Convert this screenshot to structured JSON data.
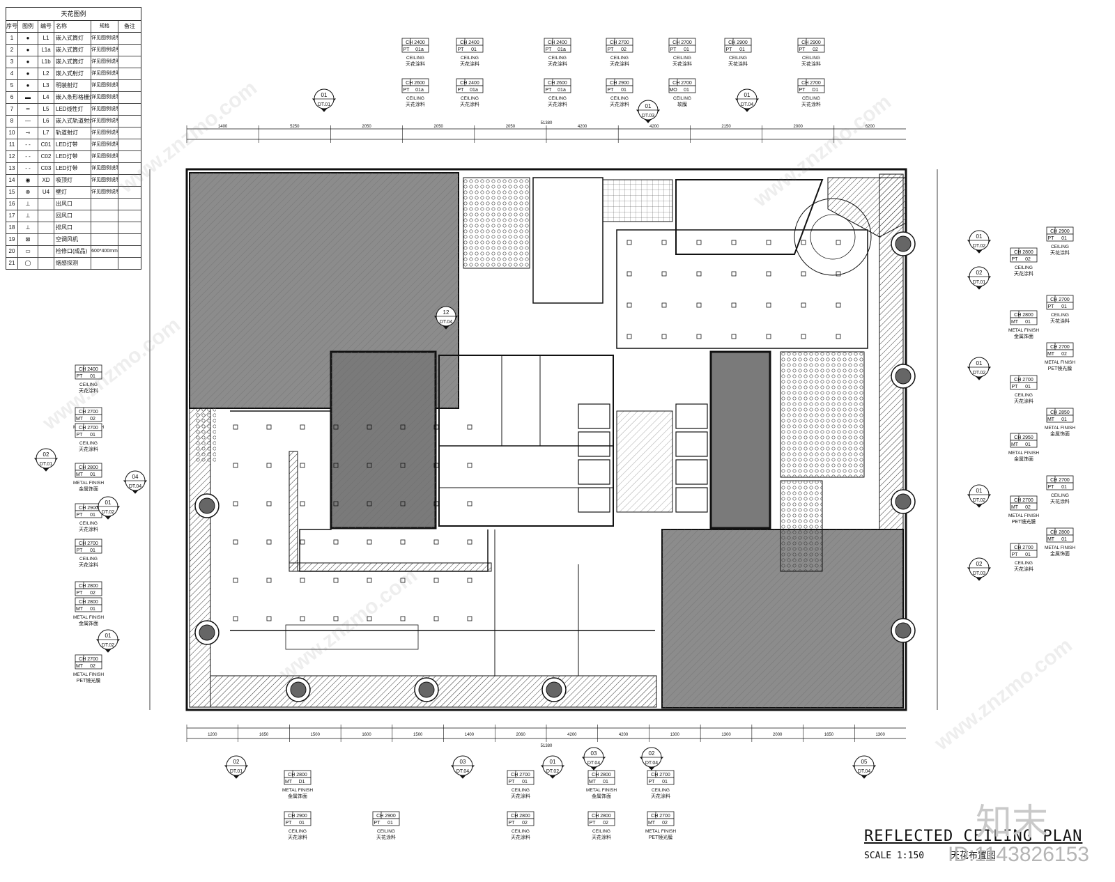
{
  "legend": {
    "title": "天花图例",
    "headers": [
      "序号",
      "图例",
      "编号",
      "名称",
      "规格",
      "备注"
    ],
    "rows": [
      {
        "no": "1",
        "code": "L1",
        "name": "嵌入式筒灯",
        "spec": "详见图例说明"
      },
      {
        "no": "2",
        "code": "L1a",
        "name": "嵌入式筒灯",
        "spec": "详见图例说明"
      },
      {
        "no": "3",
        "code": "L1b",
        "name": "嵌入式筒灯",
        "spec": "详见图例说明"
      },
      {
        "no": "4",
        "code": "L2",
        "name": "嵌入式射灯",
        "spec": "详见图例说明"
      },
      {
        "no": "5",
        "code": "L3",
        "name": "明装射灯",
        "spec": "详见图例说明"
      },
      {
        "no": "6",
        "code": "L4",
        "name": "嵌入条形格栅灯",
        "spec": "详见图例说明"
      },
      {
        "no": "7",
        "code": "L5",
        "name": "LED线性灯",
        "spec": "详见图例说明"
      },
      {
        "no": "8",
        "code": "L6",
        "name": "嵌入式轨道射灯",
        "spec": "详见图例说明"
      },
      {
        "no": "10",
        "code": "L7",
        "name": "轨道射灯",
        "spec": "详见图例说明"
      },
      {
        "no": "11",
        "code": "C01",
        "name": "LED灯带",
        "spec": "详见图例说明"
      },
      {
        "no": "12",
        "code": "C02",
        "name": "LED灯带",
        "spec": "详见图例说明"
      },
      {
        "no": "13",
        "code": "C03",
        "name": "LED灯带",
        "spec": "详见图例说明"
      },
      {
        "no": "14",
        "code": "XD",
        "name": "吸顶灯",
        "spec": "详见图例说明"
      },
      {
        "no": "15",
        "code": "U4",
        "name": "壁灯",
        "spec": "详见图例说明"
      },
      {
        "no": "16",
        "code": "",
        "name": "出风口",
        "spec": ""
      },
      {
        "no": "17",
        "code": "",
        "name": "回风口",
        "spec": ""
      },
      {
        "no": "18",
        "code": "",
        "name": "排风口",
        "spec": ""
      },
      {
        "no": "19",
        "code": "",
        "name": "空调风机",
        "spec": ""
      },
      {
        "no": "20",
        "code": "",
        "name": "检修口(成品)",
        "spec": "600*400mm"
      },
      {
        "no": "21",
        "code": "",
        "name": "烟感探测",
        "spec": ""
      }
    ]
  },
  "tags": {
    "top": [
      {
        "ch": "CH 2400",
        "mat": "PT",
        "code": "01a",
        "e": "CEILING",
        "c": "天花涂料"
      },
      {
        "ch": "CH 2400",
        "mat": "PT",
        "code": "01",
        "e": "CEILING",
        "c": "天花涂料"
      },
      {
        "ch": "CH 2400",
        "mat": "PT",
        "code": "01a",
        "e": "CEILING",
        "c": "天花涂料"
      },
      {
        "ch": "CH 2700",
        "mat": "PT",
        "code": "02",
        "e": "CEILING",
        "c": "天花涂料"
      },
      {
        "ch": "CH 2700",
        "mat": "PT",
        "code": "01",
        "e": "CEILING",
        "c": "天花涂料"
      },
      {
        "ch": "CH 2900",
        "mat": "PT",
        "code": "01",
        "e": "CEILING",
        "c": "天花涂料"
      },
      {
        "ch": "CH 2900",
        "mat": "PT",
        "code": "02",
        "e": "CEILING",
        "c": "天花涂料"
      },
      {
        "ch": "CH 2600",
        "mat": "PT",
        "code": "01a",
        "e": "CEILING",
        "c": "天花涂料"
      },
      {
        "ch": "CH 2400",
        "mat": "PT",
        "code": "01a",
        "e": "CEILING",
        "c": "天花涂料"
      },
      {
        "ch": "CH 2600",
        "mat": "PT",
        "code": "01a",
        "e": "CEILING",
        "c": "天花涂料"
      },
      {
        "ch": "CH 2900",
        "mat": "PT",
        "code": "01",
        "e": "CEILING",
        "c": "天花涂料"
      },
      {
        "ch": "CH 2700",
        "mat": "MO",
        "code": "01",
        "e": "CEILING",
        "c": "软膜"
      },
      {
        "ch": "CH 2700",
        "mat": "PT",
        "code": "D1",
        "e": "CEILING",
        "c": "天花涂料"
      }
    ],
    "left": [
      {
        "ch": "CH 2400",
        "mat": "PT",
        "code": "01",
        "e": "CEILING",
        "c": "天花涂料"
      },
      {
        "ch": "CH 2700",
        "mat": "MT",
        "code": "02",
        "e": "METAL FINISH",
        "c": "PET镜光膜"
      },
      {
        "ch": "CH 2700",
        "mat": "PT",
        "code": "01",
        "e": "CEILING",
        "c": "天花涂料"
      },
      {
        "ch": "CH 2800",
        "mat": "MT",
        "code": "01",
        "e": "METAL FINISH",
        "c": "金属饰面"
      },
      {
        "ch": "CH 2900",
        "mat": "PT",
        "code": "01",
        "e": "CEILING",
        "c": "天花涂料"
      },
      {
        "ch": "CH 2700",
        "mat": "PT",
        "code": "01",
        "e": "CEILING",
        "c": "天花涂料"
      },
      {
        "ch": "CH 2800",
        "mat": "PT",
        "code": "02",
        "e": "CEILING",
        "c": "天花涂料"
      },
      {
        "ch": "CH 2800",
        "mat": "MT",
        "code": "01",
        "e": "METAL FINISH",
        "c": "金属饰面"
      },
      {
        "ch": "CH 2700",
        "mat": "MT",
        "code": "02",
        "e": "METAL FINISH",
        "c": "PET镜光膜"
      }
    ],
    "right": [
      {
        "ch": "CH 2900",
        "mat": "PT",
        "code": "01",
        "e": "CEILING",
        "c": "天花涂料"
      },
      {
        "ch": "CH 2800",
        "mat": "PT",
        "code": "02",
        "e": "CEILING",
        "c": "天花涂料"
      },
      {
        "ch": "CH 2700",
        "mat": "PT",
        "code": "01",
        "e": "CEILING",
        "c": "天花涂料"
      },
      {
        "ch": "CH 2800",
        "mat": "MT",
        "code": "01",
        "e": "METAL FINISH",
        "c": "金属饰面"
      },
      {
        "ch": "CH 2700",
        "mat": "MT",
        "code": "02",
        "e": "METAL FINISH",
        "c": "PET镜光膜"
      },
      {
        "ch": "CH 2700",
        "mat": "PT",
        "code": "01",
        "e": "CEILING",
        "c": "天花涂料"
      },
      {
        "ch": "CH 2850",
        "mat": "MT",
        "code": "01",
        "e": "METAL FINISH",
        "c": "金属饰面"
      },
      {
        "ch": "CH 2950",
        "mat": "MT",
        "code": "01",
        "e": "METAL FINISH",
        "c": "金属饰面"
      },
      {
        "ch": "CH 2700",
        "mat": "PT",
        "code": "01",
        "e": "CEILING",
        "c": "天花涂料"
      },
      {
        "ch": "CH 2700",
        "mat": "MT",
        "code": "02",
        "e": "METAL FINISH",
        "c": "PET镜光膜"
      },
      {
        "ch": "CH 2800",
        "mat": "MT",
        "code": "01",
        "e": "METAL FINISH",
        "c": "金属饰面"
      },
      {
        "ch": "CH 2700",
        "mat": "PT",
        "code": "01",
        "e": "CEILING",
        "c": "天花涂料"
      }
    ],
    "bottom": [
      {
        "ch": "CH 2800",
        "mat": "MT",
        "code": "D1",
        "e": "METAL FINISH",
        "c": "金属饰面"
      },
      {
        "ch": "CH 2900",
        "mat": "PT",
        "code": "01",
        "e": "CEILING",
        "c": "天花涂料"
      },
      {
        "ch": "CH 2900",
        "mat": "PT",
        "code": "01",
        "e": "CEILING",
        "c": "天花涂料"
      },
      {
        "ch": "CH 2700",
        "mat": "PT",
        "code": "01",
        "e": "CEILING",
        "c": "天花涂料"
      },
      {
        "ch": "CH 2800",
        "mat": "PT",
        "code": "02",
        "e": "CEILING",
        "c": "天花涂料"
      },
      {
        "ch": "CH 2800",
        "mat": "MT",
        "code": "01",
        "e": "METAL FINISH",
        "c": "金属饰面"
      },
      {
        "ch": "CH 2800",
        "mat": "PT",
        "code": "02",
        "e": "CEILING",
        "c": "天花涂料"
      },
      {
        "ch": "CH 2700",
        "mat": "PT",
        "code": "01",
        "e": "CEILING",
        "c": "天花涂料"
      },
      {
        "ch": "CH 2700",
        "mat": "MT",
        "code": "02",
        "e": "METAL FINISH",
        "c": "PET镜光膜"
      }
    ]
  },
  "sections": [
    {
      "num": "01",
      "ref": "DT.01"
    },
    {
      "num": "01",
      "ref": "DT.03"
    },
    {
      "num": "01",
      "ref": "DT.04"
    },
    {
      "num": "01",
      "ref": "DT.02"
    },
    {
      "num": "02",
      "ref": "DT.01"
    },
    {
      "num": "01",
      "ref": "DT.02"
    },
    {
      "num": "01",
      "ref": "DT.02"
    },
    {
      "num": "02",
      "ref": "DT.03"
    },
    {
      "num": "02",
      "ref": "DT.01"
    },
    {
      "num": "04",
      "ref": "DT.04"
    },
    {
      "num": "01",
      "ref": "DT.02"
    },
    {
      "num": "01",
      "ref": "DT.02"
    },
    {
      "num": "02",
      "ref": "DT.01"
    },
    {
      "num": "03",
      "ref": "DT.04"
    },
    {
      "num": "01",
      "ref": "DT.02"
    },
    {
      "num": "03",
      "ref": "DT.04"
    },
    {
      "num": "02",
      "ref": "DT.04"
    },
    {
      "num": "05",
      "ref": "DT.04"
    },
    {
      "num": "12",
      "ref": "DT.04"
    }
  ],
  "dimensions": {
    "top_overall": "51380",
    "top": [
      "1400",
      "5250",
      "2050",
      "2050",
      "2050",
      "4200",
      "4200",
      "2150",
      "2000",
      "6200"
    ],
    "bottom_overall": "51380",
    "bottom": [
      "1200",
      "1650",
      "1500",
      "1600",
      "1500",
      "1400",
      "2060",
      "4200",
      "4200",
      "1300",
      "1300",
      "2000",
      "1650",
      "1300"
    ]
  },
  "title": {
    "main": "REFLECTED CEILING PLAN",
    "scale": "SCALE 1:150",
    "sub_cn": "天花布置图"
  },
  "watermark": {
    "brand": "知末",
    "id": "ID:1143826153",
    "site": "www.znzmo.com"
  },
  "colors": {
    "line": "#111111",
    "hatch_dark": "#555555",
    "fill_gray": "#8a8a8a",
    "background": "#ffffff"
  }
}
